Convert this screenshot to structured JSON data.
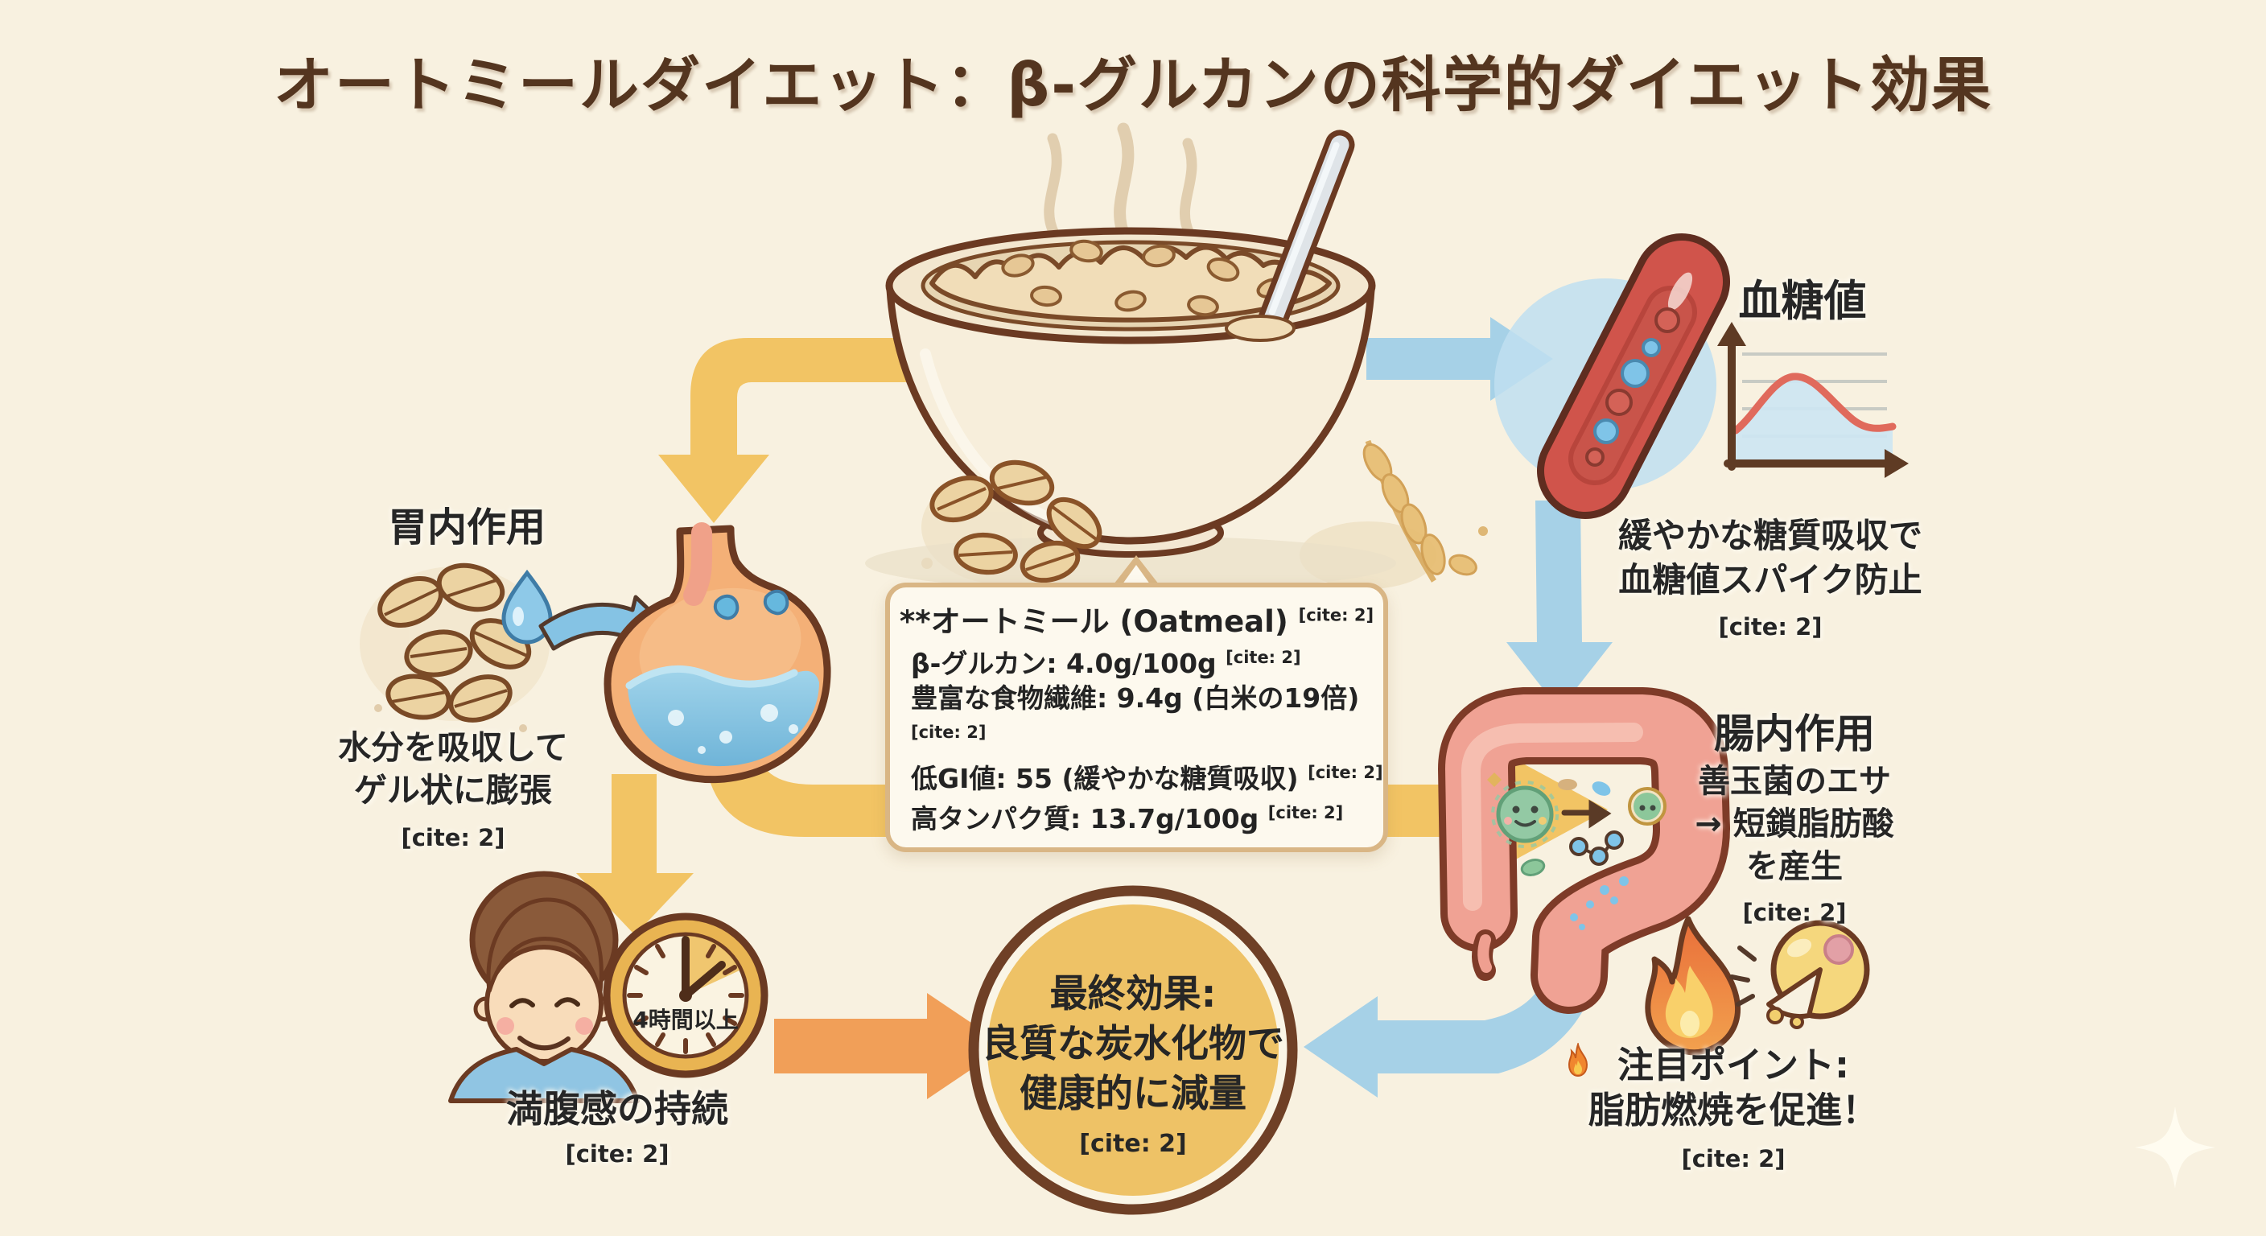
{
  "title": "オートミールダイエット：β-グルカンの科学的ダイエット効果",
  "info_box": {
    "heading": "**オートミール (Oatmeal)",
    "heading_cite": "[cite: 2]",
    "rows": [
      {
        "text": "β-グルカン: 4.0g/100g",
        "cite": "[cite: 2]"
      },
      {
        "text": "豊富な食物繊維: 9.4g (白米の19倍)",
        "cite": "[cite: 2]"
      },
      {
        "text": "低GI値: 55 (緩やかな糖質吸収)",
        "cite": "[cite: 2]"
      },
      {
        "text": "高タンパク質: 13.7g/100g",
        "cite": "[cite: 2]"
      }
    ]
  },
  "stomach_section": {
    "label": "胃内作用",
    "line1": "水分を吸収して",
    "line2": "ゲル状に膨張",
    "cite": "[cite: 2]"
  },
  "glucose_section": {
    "label": "血糖値",
    "line1": "緩やかな糖質吸収で",
    "line2": "血糖値スパイク防止",
    "cite": "[cite: 2]"
  },
  "intestine_section": {
    "label": "腸内作用",
    "line1": "善玉菌のエサ",
    "line2": "→ 短鎖脂肪酸",
    "line3": "を産生",
    "cite": "[cite: 2]"
  },
  "satiety_section": {
    "clock_label": "4時間以上",
    "label": "満腹感の持続",
    "cite": "[cite: 2]"
  },
  "fat_section": {
    "icon_name": "fire-icon",
    "line1": "注目ポイント:",
    "line2": "脂肪燃焼を促進！",
    "cite": "[cite: 2]"
  },
  "final_section": {
    "line1": "最終効果:",
    "line2": "良質な炭水化物で",
    "line3": "健康的に減量",
    "cite": "[cite: 2]"
  },
  "colors": {
    "background": "#f8f1e0",
    "title_brown": "#54351f",
    "text_black": "#262626",
    "arrow_yellow": "#f2c464",
    "arrow_orange": "#f19f58",
    "arrow_blue": "#a6d1e7",
    "final_circle_gold": "#eec266",
    "circle_ring_brown": "#6f4026",
    "box_border_tan": "#d9b685",
    "chart_line_red": "#e06a5c",
    "vessel_red": "#d0544b",
    "intestine_pink": "#f0a294",
    "flame_orange": "#ef8440",
    "fat_cell_yellow": "#f5d77d"
  }
}
